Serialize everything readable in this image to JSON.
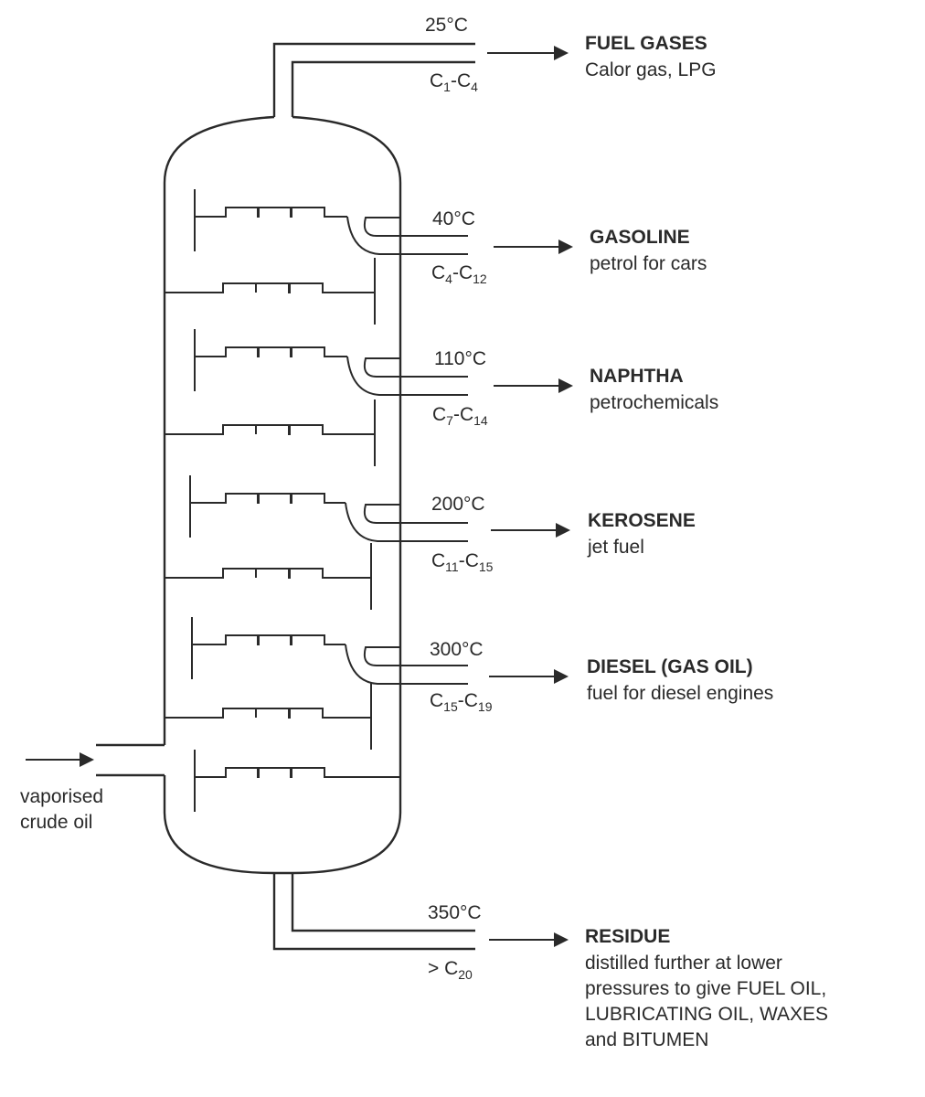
{
  "feed": {
    "line1": "vaporised",
    "line2": "crude oil"
  },
  "fractions": [
    {
      "temp": "25°C",
      "c_start": "1",
      "c_end": "4",
      "title": "FUEL GASES",
      "desc": [
        "Calor gas, LPG"
      ]
    },
    {
      "temp": "40°C",
      "c_start": "4",
      "c_end": "12",
      "title": "GASOLINE",
      "desc": [
        "petrol for cars"
      ]
    },
    {
      "temp": "110°C",
      "c_start": "7",
      "c_end": "14",
      "title": "NAPHTHA",
      "desc": [
        "petrochemicals"
      ]
    },
    {
      "temp": "200°C",
      "c_start": "11",
      "c_end": "15",
      "title": "KEROSENE",
      "desc": [
        "jet fuel"
      ]
    },
    {
      "temp": "300°C",
      "c_start": "15",
      "c_end": "19",
      "title": "DIESEL (GAS OIL)",
      "desc": [
        "fuel for diesel engines"
      ]
    }
  ],
  "residue": {
    "temp": "350°C",
    "range_prefix": "> C",
    "range_sub": "20",
    "title": "RESIDUE",
    "desc": [
      "distilled further at lower",
      "pressures to give FUEL OIL,",
      "LUBRICATING OIL, WAXES",
      "and BITUMEN"
    ]
  }
}
